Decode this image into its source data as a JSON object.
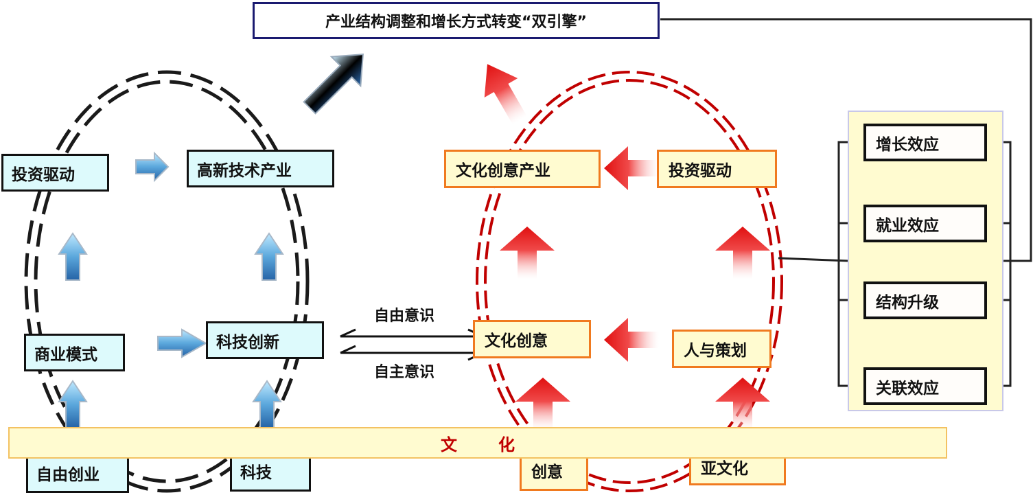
{
  "title": "产业结构调整和增长方式转变“双引擎”",
  "left": {
    "invest": "投资驱动",
    "hightech": "高新技术产业",
    "business_model": "商业模式",
    "tech_innovation": "科技创新",
    "free_startup": "自由创业",
    "tech": "科技"
  },
  "middle": {
    "top_label": "自由意识",
    "bottom_label": "自主意识"
  },
  "right": {
    "creative_industry": "文化创意产业",
    "invest": "投资驱动",
    "cultural_creativity": "文化创意",
    "people_planning": "人与策划",
    "creativity": "创意",
    "subculture": "亚文化"
  },
  "effects": [
    "增长效应",
    "就业效应",
    "结构升级",
    "关联效应"
  ],
  "culture_bar": "文化",
  "colors": {
    "left_ellipse": "#1a1a1a",
    "right_ellipse": "#c00000",
    "blue_arrow": "#3a82c0",
    "red_arrow": "#e01818",
    "cyan_fill": "#ddfafc",
    "cream_fill": "#fffbd0",
    "orange_border": "#f07a1f"
  }
}
